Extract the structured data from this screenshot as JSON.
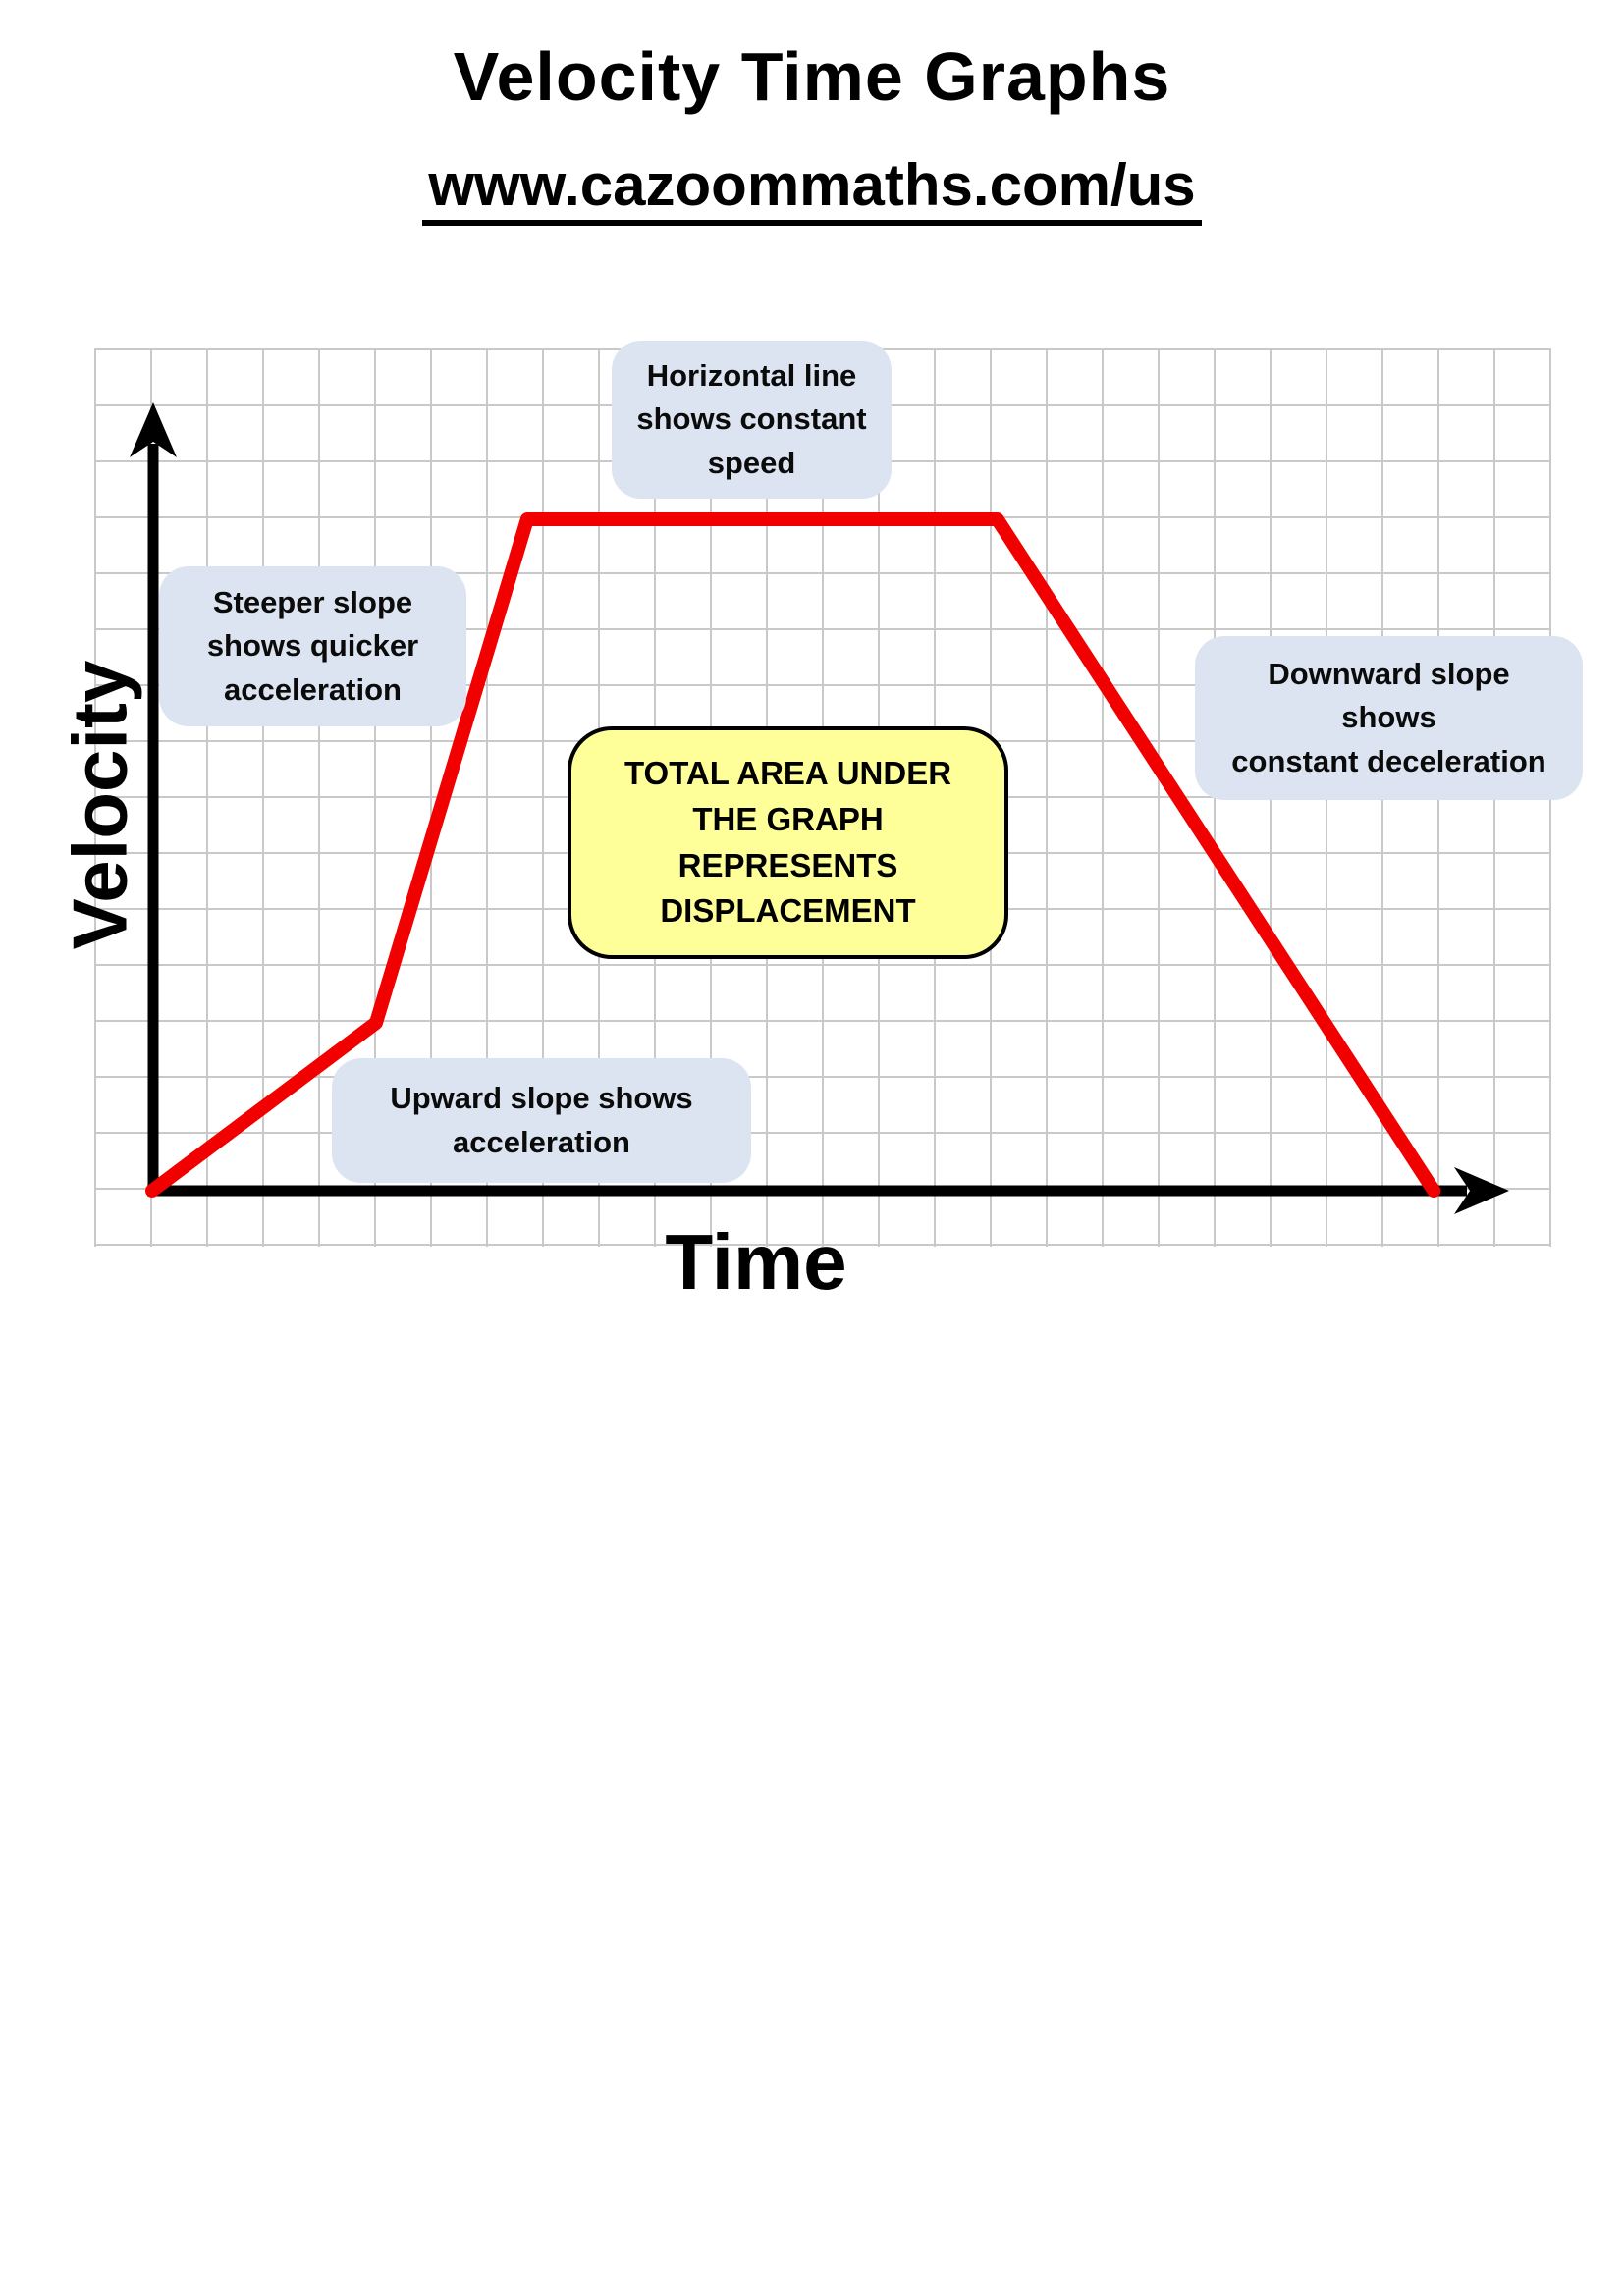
{
  "header": {
    "title": "Velocity Time Graphs",
    "url": "www.cazoommaths.com/us"
  },
  "graph": {
    "y_axis_label": "Velocity",
    "x_axis_label": "Time",
    "annotations": {
      "horizontal": "Horizontal line\nshows constant\nspeed",
      "steeper": "Steeper slope\nshows quicker\nacceleration",
      "downward": "Downward slope\nshows\nconstant deceleration",
      "upward": "Upward slope shows\nacceleration",
      "area": "TOTAL AREA UNDER\nTHE GRAPH\nREPRESENTS\nDISPLACEMENT"
    }
  },
  "colors": {
    "line": "#f20000",
    "callout_bg": "#dbe4f0",
    "area_box_bg": "#ffff99",
    "grid": "#c9c9c9",
    "axis": "#000000"
  },
  "chart_data": {
    "type": "line",
    "title": "Velocity Time Graphs",
    "xlabel": "Time",
    "ylabel": "Velocity",
    "axis_ticks": "none (qualitative sketch, axes unlabeled numerically)",
    "units": "grid squares from origin",
    "points": [
      [
        0,
        0
      ],
      [
        4,
        3
      ],
      [
        6.7,
        12
      ],
      [
        15.1,
        12
      ],
      [
        22.9,
        0
      ]
    ],
    "segments": [
      {
        "from": [
          0,
          0
        ],
        "to": [
          4,
          3
        ],
        "meaning": "Upward slope shows acceleration"
      },
      {
        "from": [
          4,
          3
        ],
        "to": [
          6.7,
          12
        ],
        "meaning": "Steeper slope shows quicker acceleration"
      },
      {
        "from": [
          6.7,
          12
        ],
        "to": [
          15.1,
          12
        ],
        "meaning": "Horizontal line shows constant speed"
      },
      {
        "from": [
          15.1,
          12
        ],
        "to": [
          22.9,
          0
        ],
        "meaning": "Downward slope shows constant deceleration"
      }
    ],
    "grid": true,
    "xlim": [
      0,
      26
    ],
    "ylim": [
      0,
      16
    ],
    "line_color": "#f20000",
    "annotation_note": "Total area under the graph represents displacement"
  }
}
